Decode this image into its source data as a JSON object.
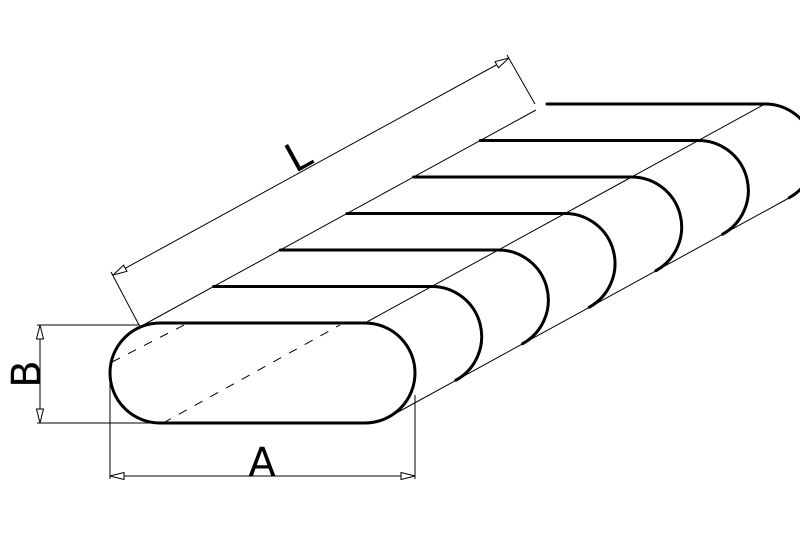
{
  "diagram": {
    "type": "isometric technical drawing of an oval (obround) bar with dimensions",
    "dimensions": {
      "width_label": "A",
      "height_label": "B",
      "length_label": "L"
    },
    "section_count": 7,
    "line_color": "#000000",
    "background": "#ffffff"
  }
}
